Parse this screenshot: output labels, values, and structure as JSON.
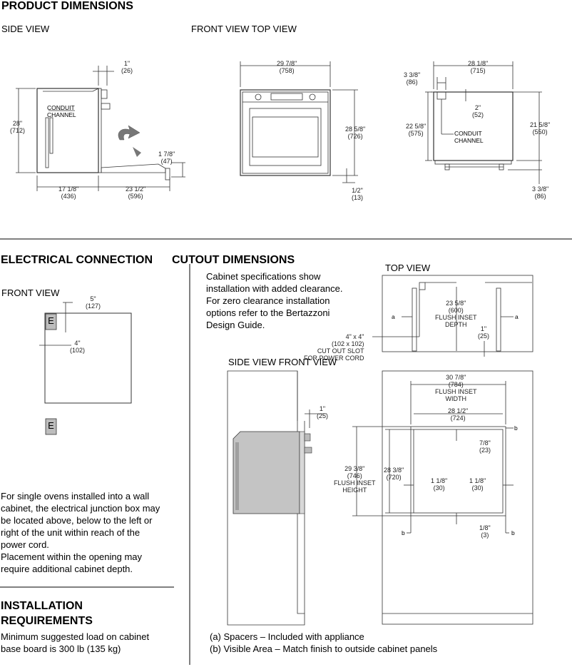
{
  "sections": {
    "product_dimensions": "PRODUCT DIMENSIONS",
    "electrical": "ELECTRICAL CONNECTION",
    "cutout": "CUTOUT DIMENSIONS",
    "installation_line1": "INSTALLATION",
    "installation_line2": "REQUIREMENTS"
  },
  "views": {
    "side_view": "SIDE VIEW",
    "front_top_view": "FRONT VIEW TOP VIEW",
    "front_view": "FRONT VIEW",
    "top_view": "TOP VIEW",
    "side_front_view": "SIDE VIEW FRONT VIEW"
  },
  "product": {
    "side": {
      "d1": "1\"",
      "d1m": "(26)",
      "d28": "28\"",
      "d28m": "(712)",
      "conduit1": "CONDUIT",
      "conduit2": "CHANNEL",
      "d178": "1 7/8\"",
      "d178m": "(47)",
      "d1718": "17 1/8\"",
      "d1718m": "(436)",
      "d2312": "23 1/2\"",
      "d2312m": "(596)"
    },
    "front": {
      "w": "29 7/8\"",
      "wm": "(758)",
      "h": "28 5/8\"",
      "hm": "(726)",
      "b": "1/2\"",
      "bm": "(13)"
    },
    "top": {
      "w": "28 1/8\"",
      "wm": "(715)",
      "l338": "3 3/8\"",
      "l338m": "(86)",
      "d2": "2\"",
      "d2m": "(52)",
      "d2258": "22 5/8\"",
      "d2258m": "(575)",
      "conduit1": "CONDUIT",
      "conduit2": "CHANNEL",
      "d2158": "21 5/8\"",
      "d2158m": "(550)",
      "b338": "3 3/8\"",
      "b338m": "(86)"
    }
  },
  "electrical": {
    "d5": "5\"",
    "d5m": "(127)",
    "d4": "4\"",
    "d4m": "(102)",
    "box_label": "E",
    "paragraph": [
      "For single ovens installed into a wall",
      "cabinet, the electrical junction box may",
      "be located above, below to the left or",
      "right of the unit within reach of the",
      "power cord.",
      "Placement within the opening may",
      "require additional cabinet depth."
    ]
  },
  "installation": {
    "text": [
      "Minimum suggested load on cabinet",
      "base board is 300 lb (135 kg)"
    ]
  },
  "cutout": {
    "spec": [
      "Cabinet specifications show",
      "installation with added clearance.",
      "For zero clearance installation",
      "options refer to the Bertazzoni",
      "Design Guide."
    ],
    "top": {
      "d2358": "23 5/8\"",
      "d2358m": "(600)",
      "flush1": "FLUSH INSET",
      "flush2": "DEPTH",
      "a": "a",
      "d1": "1\"",
      "d1m": "(25)",
      "slot1": "4\" x 4\"",
      "slot2": "(102 x 102)",
      "slot3": "CUT OUT SLOT",
      "slot4": "FOR POWER CORD"
    },
    "side": {
      "d1": "1\"",
      "d1m": "(25)"
    },
    "front": {
      "w3078": "30 7/8\"",
      "w3078m": "(784)",
      "wflush1": "FLUSH INSET",
      "wflush2": "WIDTH",
      "w2812": "28 1/2\"",
      "w2812m": "(724)",
      "h2938": "29 3/8\"",
      "h2938m": "(746)",
      "hflush1": "FLUSH INSET",
      "hflush2": "HEIGHT",
      "h2838": "28 3/8\"",
      "h2838m": "(720)",
      "d78": "7/8\"",
      "d78m": "(23)",
      "l118": "1 1/8\"",
      "l118m": "(30)",
      "r118": "1 1/8\"",
      "r118m": "(30)",
      "d18": "1/8\"",
      "d18m": "(3)",
      "b": "b"
    },
    "notes": [
      "(a)  Spacers – Included with appliance",
      "(b)  Visible Area – Match finish to outside cabinet panels"
    ]
  }
}
